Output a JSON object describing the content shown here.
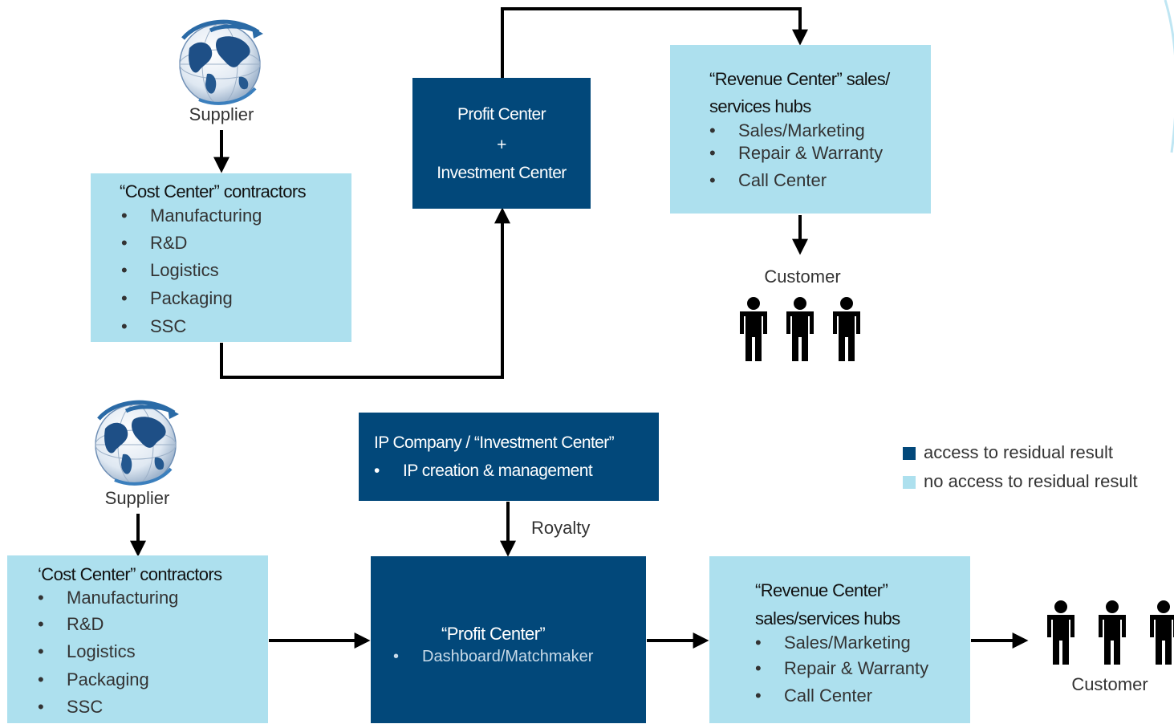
{
  "top": {
    "supplier_label": "Supplier",
    "cost_center": {
      "title": "“Cost Center” contractors",
      "items": [
        "Manufacturing",
        "R&D",
        "Logistics",
        "Packaging",
        "SSC"
      ]
    },
    "profit_center": {
      "line1": "Profit Center",
      "line2": "+",
      "line3": "Investment Center"
    },
    "revenue_center": {
      "title_line1": "“Revenue Center” sales/",
      "title_line2": "services hubs",
      "items": [
        "Sales/Marketing",
        "Repair & Warranty",
        "Call Center"
      ]
    },
    "customer_label": "Customer"
  },
  "bottom": {
    "supplier_label": "Supplier",
    "ip_company": {
      "title": "IP Company / “Investment Center”",
      "items": [
        "IP creation & management"
      ]
    },
    "royalty_label": "Royalty",
    "cost_center": {
      "title": "‘Cost Center” contractors",
      "items": [
        "Manufacturing",
        "R&D",
        "Logistics",
        "Packaging",
        "SSC"
      ]
    },
    "profit_center": {
      "title": "“Profit Center”",
      "items": [
        "Dashboard/Matchmaker"
      ]
    },
    "revenue_center": {
      "title_line1": "“Revenue Center”",
      "title_line2": "sales/services hubs",
      "items": [
        "Sales/Marketing",
        "Repair & Warranty",
        "Call Center"
      ]
    },
    "customer_label": "Customer"
  },
  "legend": {
    "items": [
      {
        "label": "access to residual result",
        "color": "#02487a"
      },
      {
        "label": "no access to residual result",
        "color": "#ade0ee"
      }
    ]
  },
  "colors": {
    "dark_box": "#02487a",
    "light_box": "#ade0ee",
    "arrow": "#000000"
  },
  "icons": {
    "supplier": "globe-icon",
    "customer": "person-icon"
  }
}
